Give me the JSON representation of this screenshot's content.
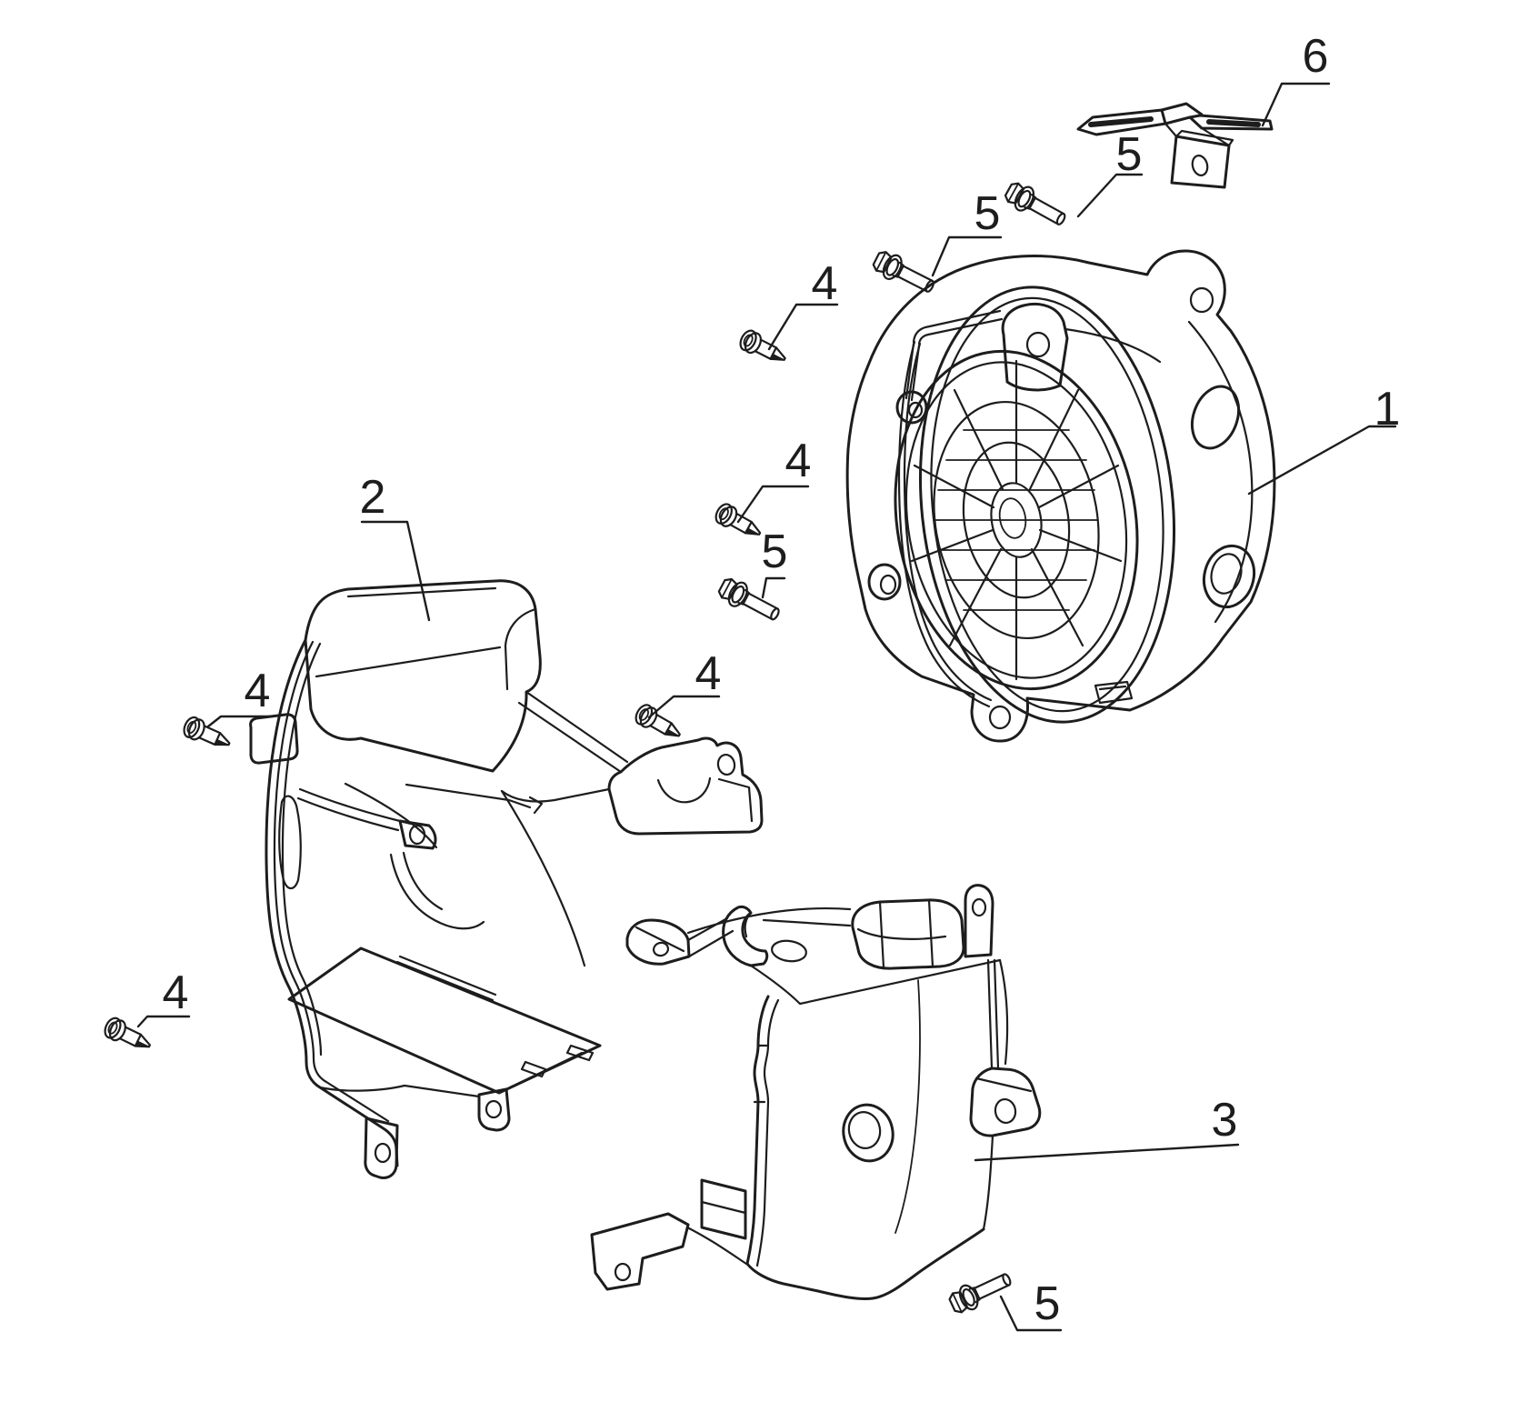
{
  "document": {
    "type": "exploded-parts-diagram",
    "background_color": "#ffffff",
    "line_color": "#1d1d1d",
    "item_numbers_visible": [
      "1",
      "2",
      "3",
      "4",
      "5",
      "6"
    ]
  },
  "callouts": [
    {
      "label": "1"
    },
    {
      "label": "2"
    },
    {
      "label": "3"
    },
    {
      "label": "4"
    },
    {
      "label": "4"
    },
    {
      "label": "4"
    },
    {
      "label": "4"
    },
    {
      "label": "4"
    },
    {
      "label": "5"
    },
    {
      "label": "5"
    },
    {
      "label": "5"
    },
    {
      "label": "5"
    },
    {
      "label": "6"
    }
  ]
}
